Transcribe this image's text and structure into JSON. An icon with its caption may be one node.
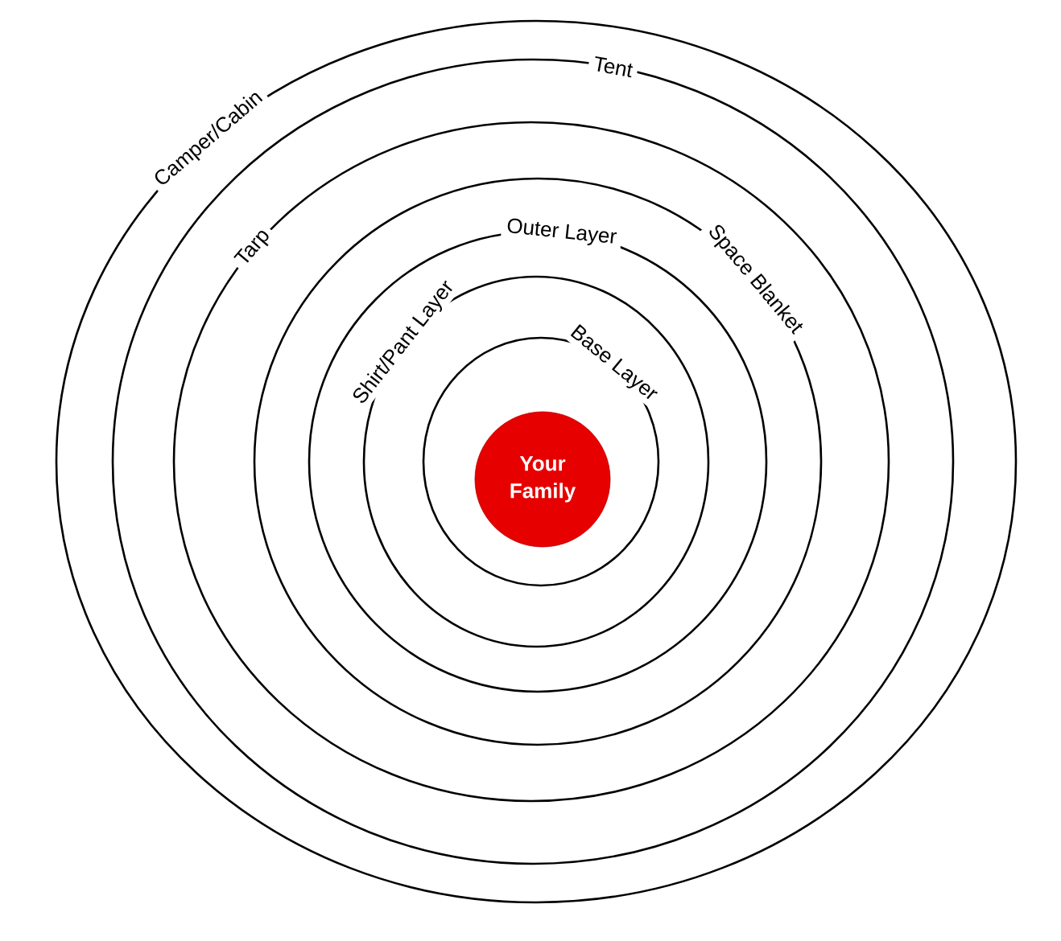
{
  "diagram": {
    "nodes": [
      {
        "text": [
          "Camper/Cabin"
        ]
      },
      {
        "text": [
          "Tent"
        ],
        "in": 0
      },
      {
        "text": [
          "Tarp"
        ],
        "in": 1
      },
      {
        "text": [
          "Space Blanket"
        ],
        "in": 2
      },
      {
        "text": [
          "Outer Layer"
        ],
        "in": 3
      },
      {
        "text": [
          "Shirt/Pant Layer"
        ],
        "in": 4
      },
      {
        "text": [
          "Base Layer"
        ],
        "in": 5
      },
      {
        "text": [
          "Your Family"
        ],
        "in": 6
      }
    ]
  }
}
